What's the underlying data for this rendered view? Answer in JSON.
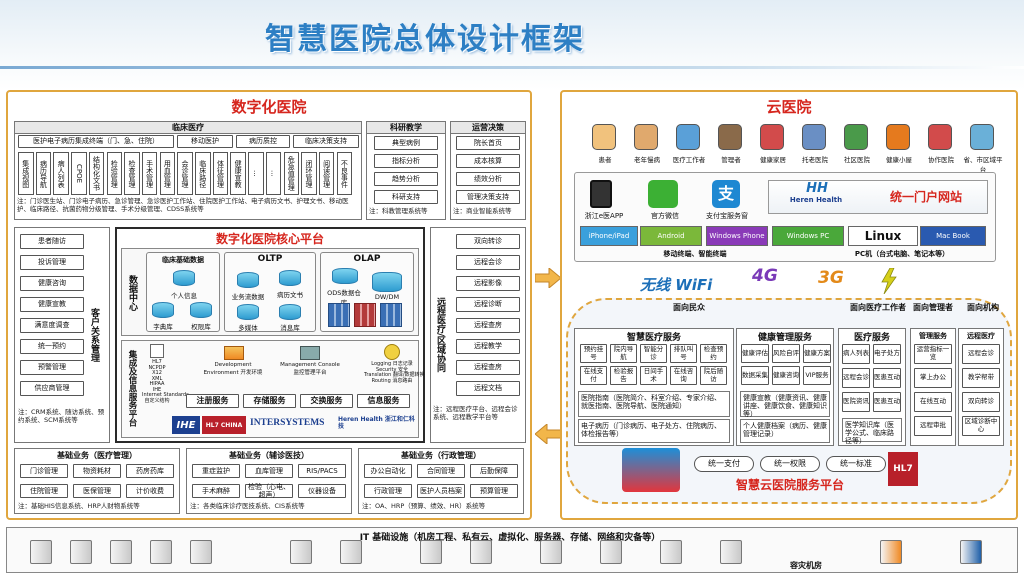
{
  "page_title": "智慧医院总体设计框架",
  "digital": {
    "title": "数字化医院",
    "clinical": {
      "title": "临床医疗",
      "row1": [
        "医护电子病历集成终端（门、急、住院）",
        "移动医护",
        "病历质控",
        "临床决策支持"
      ],
      "cols": [
        "集成视图",
        "病历导航",
        "病人列表",
        "CPOE",
        "结构化文书",
        "检验管理",
        "检查管理",
        "手术管理",
        "用血管理",
        "会诊管理",
        "临床路径",
        "体征管理",
        "健康宣教",
        "...",
        "...",
        "危急值管理",
        "闭环管理",
        "阅读管理",
        "不良事件"
      ],
      "note": "注：门诊医生站、门诊电子病历、急诊管理、急诊医护工作站、住院医护工作站、电子病历文书、护理文书、移动医护、临床路径、抗菌药物分级管理、手术分级管理、CDSS系统等"
    },
    "research": {
      "title": "科研教学",
      "items": [
        "典型病例",
        "指标分析",
        "趋势分析",
        "科研支持"
      ],
      "note": "注：科教管理系统等"
    },
    "operation": {
      "title": "运营决策",
      "items": [
        "院长首页",
        "成本核算",
        "绩效分析",
        "管理决策支持"
      ],
      "note": "注：商业智能系统等"
    },
    "crm": {
      "title": "客户关系管理",
      "items": [
        "患者随访",
        "投诉管理",
        "健康咨询",
        "健康宣教",
        "满意度调查",
        "统一预约",
        "预警管理",
        "供应商管理"
      ],
      "note": "注：CRM系统、随访系统、预约系统、SCM系统等"
    },
    "remote": {
      "title": "远程医疗/区域协同",
      "items": [
        "双向转诊",
        "远程会诊",
        "远程影像",
        "远程诊断",
        "远程查房",
        "远程教学",
        "远程查房",
        "远程文档"
      ],
      "note": "注：远程医疗平台、远程会诊系统、远程教学平台等"
    },
    "core": {
      "title": "数字化医院核心平台",
      "dc_title": "数据中心",
      "basic": "临床基础数据",
      "basic_items": [
        "个人信息",
        "字典库",
        "权限库"
      ],
      "oltp": "OLTP",
      "oltp_items": [
        "业务流数据",
        "病历文书",
        "多媒体",
        "消息库"
      ],
      "olap": "OLAP",
      "olap_items": [
        "ODS数据仓库",
        "DW/DM"
      ],
      "integ_title": "集成及信息服务平台",
      "standards": "HL7\nNCPDP\nX12\nXML\nHIPAA\nIHE\nInternet Standards\n自定义结构",
      "tools": [
        "Development Environment 开发环境",
        "Management Console 监控管理平台",
        "Logging 日志记录\nSecurity 安全\nTranslation 翻译/数据转换\nRouting 消息路由"
      ],
      "services": [
        "注册服务",
        "存储服务",
        "交换服务",
        "信息服务"
      ],
      "vendors": [
        "IHE",
        "HL7 CHINA",
        "INTERSYSTEMS",
        "Heren Health 浙江和仁科技"
      ]
    },
    "base": [
      {
        "title": "基础业务（医疗管理）",
        "items": [
          "门诊管理",
          "物资耗材",
          "药房药库",
          "住院管理",
          "医保管理",
          "计价收费"
        ],
        "note": "注：基础HIS信息系统、HRP人财物系统等"
      },
      {
        "title": "基础业务（辅诊医技）",
        "items": [
          "重症监护",
          "血库管理",
          "RIS/PACS",
          "手术麻醉",
          "检验（心电、超声）",
          "仪器设备"
        ],
        "note": "注：各类临床诊疗医技系统、CIS系统等"
      },
      {
        "title": "基础业务（行政管理）",
        "items": [
          "办公自动化",
          "合同管理",
          "后勤保障",
          "行政管理",
          "医护人员档案",
          "预算管理"
        ],
        "note": "注：OA、HRP（预算、绩效、HR）系统等"
      }
    ]
  },
  "cloud": {
    "title": "云医院",
    "users": [
      "患者",
      "老年慢病",
      "医疗工作者",
      "管理者",
      "健康家居",
      "托老医院",
      "社区医院",
      "健康小屋",
      "协作医院",
      "省、市区域平台"
    ],
    "channels": [
      "浙江e医APP",
      "官方微信",
      "支付宝服务窗"
    ],
    "heren": "Heren Health",
    "portal": "统一门户网站",
    "platforms": [
      "iPhone/iPad",
      "Android",
      "Windows Phone",
      "Windows PC",
      "Linux",
      "Mac Book"
    ],
    "mobile_caption": "移动终端、智能终端",
    "pc_caption": "PC机（台式电脑、笔记本等）",
    "net": [
      "无线 WiFi",
      "4G",
      "3G"
    ],
    "face_public": "面向民众",
    "face_worker": "面向医疗工作者",
    "face_admin": "面向管理者",
    "face_org": "面向机构",
    "smart": {
      "title": "智慧医疗服务",
      "items": [
        "预约挂号",
        "院内导航",
        "智能分诊",
        "排队叫号",
        "检查预约",
        "在线支付",
        "检验报告",
        "日间手术",
        "在线咨询",
        "院后随访"
      ],
      "notes": [
        "医院指南（医院简介、科室介绍、专家介绍、就医指南、医院导航、医院通知）",
        "电子病历（门诊病历、电子处方、住院病历、体检报告等）"
      ]
    },
    "health": {
      "title": "健康管理服务",
      "items": [
        "健康评估",
        "风险自评",
        "健康方案",
        "数据采集",
        "健康咨询",
        "VIP服务"
      ],
      "notes": [
        "健康宣教（健康资讯、健康讲座、健康饮食、健康知识等）",
        "个人健康档案（病历、健康管理记录）"
      ]
    },
    "medical": {
      "title": "医疗服务",
      "items": [
        "病人列表",
        "电子处方",
        "远程会诊",
        "医患互动",
        "医院资讯",
        "医患互动"
      ],
      "note": "医学知识库（医学公式、临床路径等）"
    },
    "admin": {
      "title": "管理服务",
      "items": [
        "运营指标一览",
        "掌上办公",
        "在线互动",
        "远程审批"
      ]
    },
    "org": {
      "title": "远程医疗",
      "items": [
        "远程会诊",
        "教学帮带",
        "双向转诊",
        "区域诊断中心"
      ]
    },
    "pay": [
      "统一支付",
      "统一权限",
      "统一标准"
    ],
    "service_title": "智慧云医院服务平台"
  },
  "infra": {
    "title": "IT 基础设施（机房工程、私有云、虚拟化、服务器、存储、网络和灾备等）",
    "disaster": "容灾机房"
  }
}
